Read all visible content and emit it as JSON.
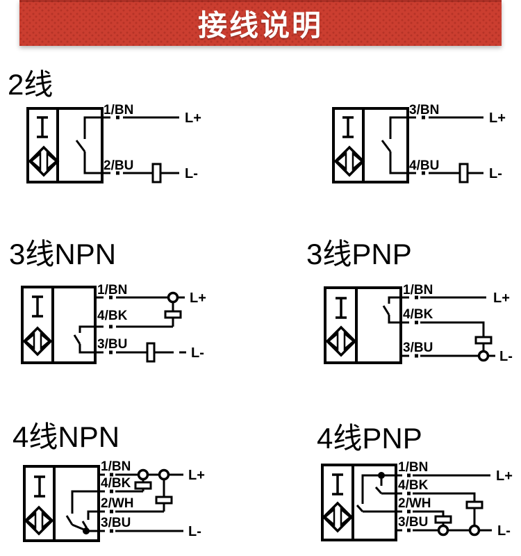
{
  "header": {
    "title": "接线说明"
  },
  "colors": {
    "banner_red": "#cb3e30",
    "banner_red_dark": "#b9332a",
    "line_black": "#000000",
    "text_white": "#ffffff"
  },
  "diagrams": [
    {
      "id": "2-wire-left",
      "title": "2线",
      "indicator": "I",
      "wires": [
        {
          "label": "1/BN",
          "terminal": "L+"
        },
        {
          "label": "2/BU",
          "terminal": "L-"
        }
      ]
    },
    {
      "id": "2-wire-right",
      "indicator": "I",
      "wires": [
        {
          "label": "3/BN",
          "terminal": "L+"
        },
        {
          "label": "4/BU",
          "terminal": "L-"
        }
      ]
    },
    {
      "id": "3-wire-npn",
      "title": "3线NPN",
      "indicator": "I",
      "wires": [
        {
          "label": "1/BN",
          "terminal": "L+"
        },
        {
          "label": "4/BK"
        },
        {
          "label": "3/BU",
          "terminal": "L-"
        }
      ]
    },
    {
      "id": "3-wire-pnp",
      "title": "3线PNP",
      "indicator": "I",
      "wires": [
        {
          "label": "1/BN",
          "terminal": "L+"
        },
        {
          "label": "4/BK"
        },
        {
          "label": "3/BU",
          "terminal": "L-"
        }
      ]
    },
    {
      "id": "4-wire-npn",
      "title": "4线NPN",
      "indicator": "I",
      "wires": [
        {
          "label": "1/BN",
          "terminal": "L+"
        },
        {
          "label": "4/BK"
        },
        {
          "label": "2/WH"
        },
        {
          "label": "3/BU",
          "terminal": "L-"
        }
      ]
    },
    {
      "id": "4-wire-pnp",
      "title": "4线PNP",
      "indicator": "I",
      "wires": [
        {
          "label": "1/BN",
          "terminal": "L+"
        },
        {
          "label": "4/BK"
        },
        {
          "label": "2/WH"
        },
        {
          "label": "3/BU",
          "terminal": "L-"
        }
      ]
    }
  ]
}
